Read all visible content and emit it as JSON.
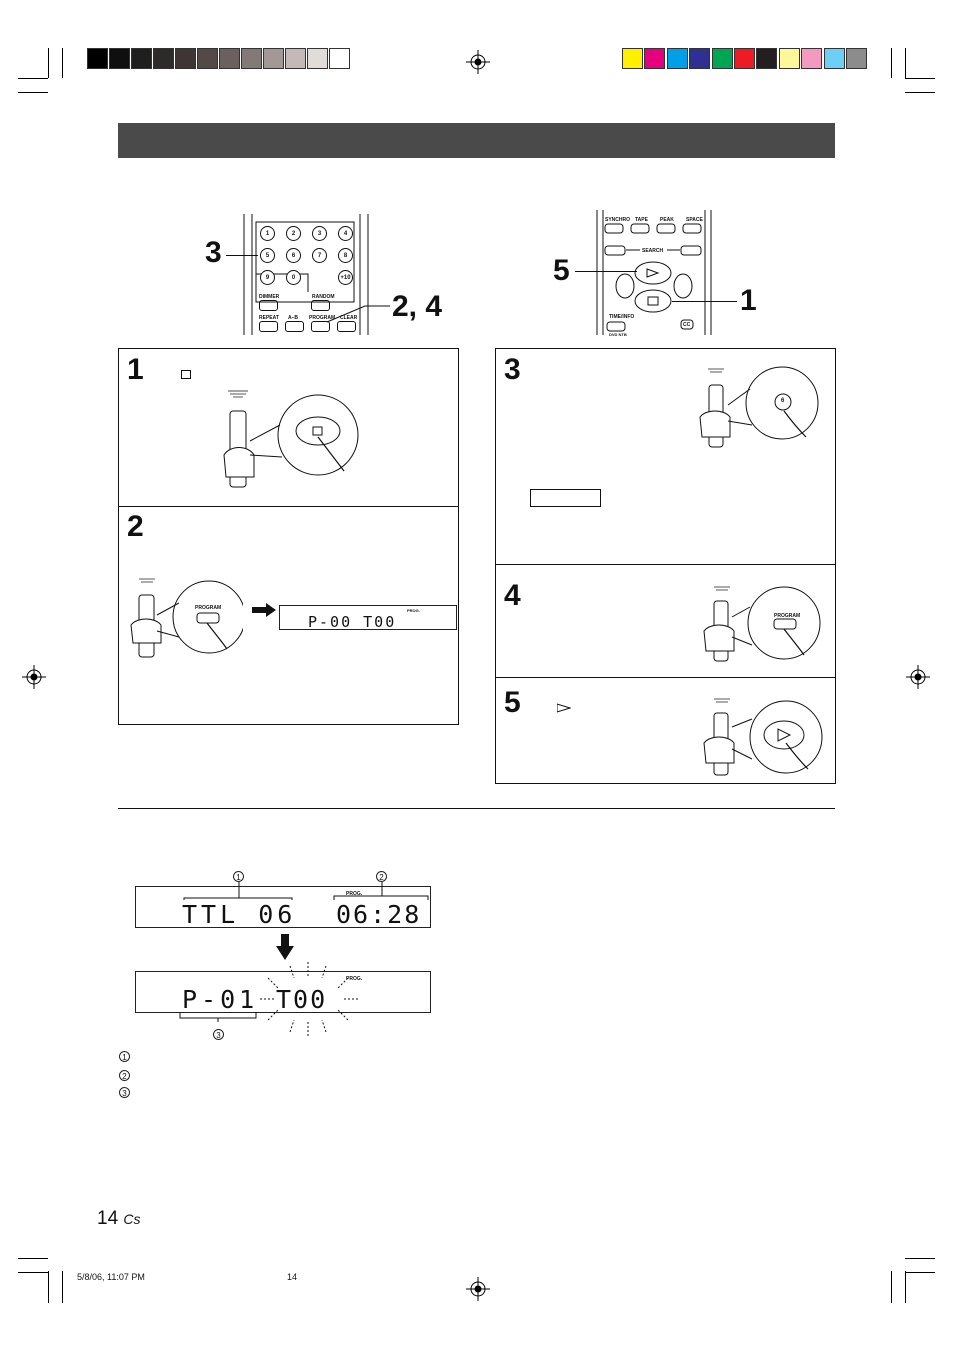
{
  "colors": {
    "gray_bar": [
      "#000000",
      "#0f0f0f",
      "#1f1f1f",
      "#2e2a2a",
      "#3e3535",
      "#534a48",
      "#6a605e",
      "#837a78",
      "#a39896",
      "#c3bab8",
      "#e2dcd9",
      "#ffffff"
    ],
    "color_bar": [
      "#ffef00",
      "#e6007e",
      "#00a0e9",
      "#2e3192",
      "#00a651",
      "#ed1c24",
      "#231f20",
      "#fff799",
      "#f49ac1",
      "#6dcff6",
      "#8c8c8c"
    ],
    "header": "#4a4a4a"
  },
  "callouts": {
    "left_three": "3",
    "left_two_four": "2, 4",
    "right_five": "5",
    "right_one": "1"
  },
  "remote_left": {
    "numbers": [
      "1",
      "2",
      "3",
      "4",
      "5",
      "6",
      "7",
      "8",
      "9",
      "0"
    ],
    "plus10": "+10",
    "dimmer": "DIMMER",
    "random": "RANDOM",
    "repeat": "REPEAT",
    "ab": "A–B",
    "program": "PROGRAM",
    "clear": "CLEAR"
  },
  "remote_right": {
    "synchro": "SYNCHRO",
    "tape": "TAPE",
    "peak": "PEAK",
    "space": "SPACE",
    "search": "SEARCH",
    "time_info": "TIME/INFO",
    "cc": "CC",
    "dvd_ntb": "DVD NTB"
  },
  "steps": {
    "s1": "1",
    "s2": "2",
    "s3": "3",
    "s4": "4",
    "s5": "5",
    "s3_button": "6",
    "s2_button": "PROGRAM",
    "s4_button": "PROGRAM"
  },
  "lcd_small": {
    "prog": "PROG.",
    "text": "P-00 T00"
  },
  "lcd_big1": {
    "prog": "PROG.",
    "left": "TTL 06",
    "right": "06:28",
    "marker1": "1",
    "marker2": "2"
  },
  "lcd_big2": {
    "prog": "PROG.",
    "left": "P-01",
    "right": "T00",
    "marker3": "3"
  },
  "legend": [
    "1",
    "2",
    "3"
  ],
  "page": {
    "number": "14",
    "lang": "Cs",
    "footer_date": "5/8/06, 11:07 PM",
    "footer_page": "14"
  }
}
